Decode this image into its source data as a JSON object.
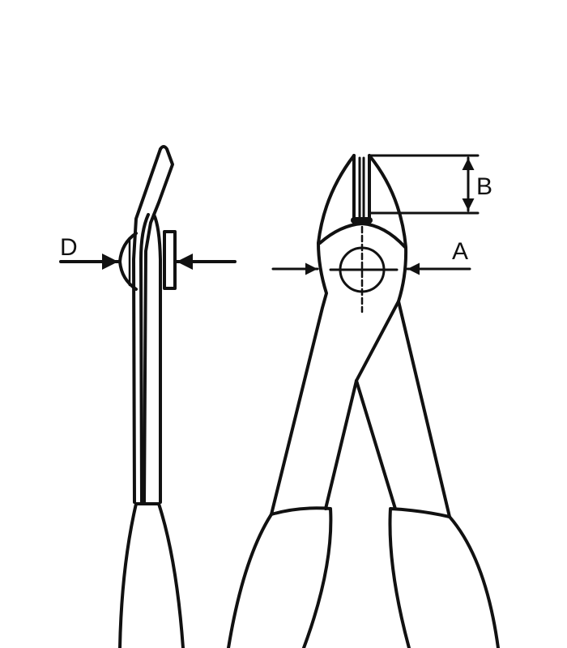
{
  "diagram": {
    "subject": "pliers",
    "labels": {
      "d": "D",
      "b": "B",
      "a": "A"
    },
    "colors": {
      "line": "#111111",
      "background": "#ffffff"
    }
  }
}
